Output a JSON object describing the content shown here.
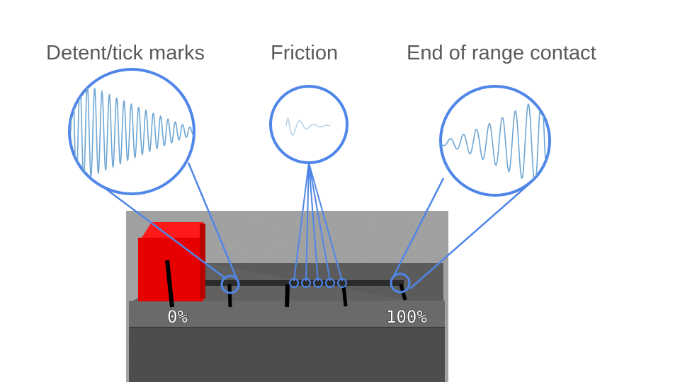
{
  "callouts": {
    "detent": {
      "title": "Detent/tick marks"
    },
    "friction": {
      "title": "Friction"
    },
    "end_contact": {
      "title": "End of range contact"
    }
  },
  "slider": {
    "min_label": "0%",
    "max_label": "100%",
    "knob_color": "#ee0000",
    "position": 0
  },
  "colors": {
    "callout": "#4f86e8",
    "wave": "#6ea6d4",
    "wave_faint": "#b8d4e8"
  }
}
